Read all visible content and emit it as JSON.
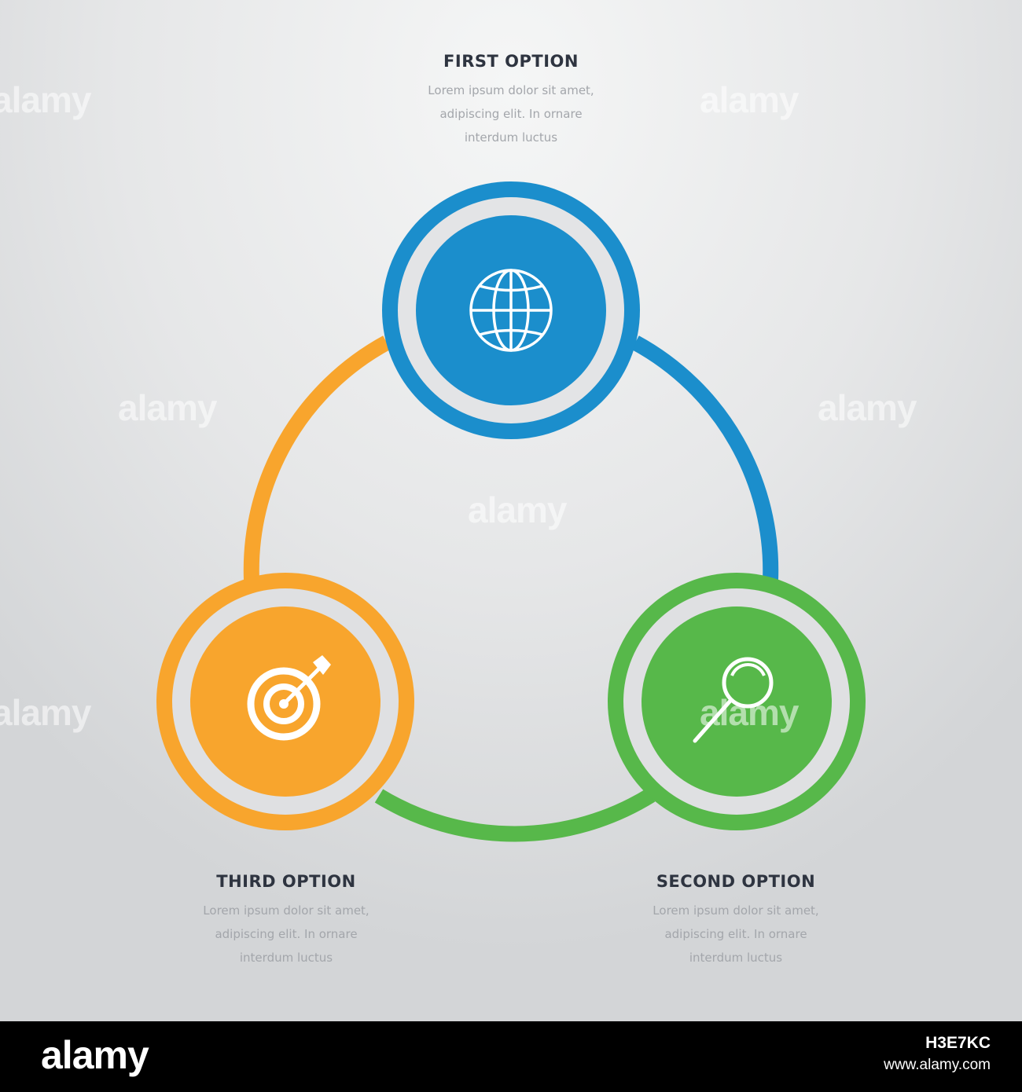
{
  "options": [
    {
      "title": "FIRST OPTION",
      "lines": [
        "Lorem ipsum dolor sit amet,",
        "adipiscing elit. In ornare",
        "interdum luctus"
      ],
      "color": "#1b8ecc",
      "icon": "globe-icon"
    },
    {
      "title": "SECOND OPTION",
      "lines": [
        "Lorem ipsum dolor sit amet,",
        "adipiscing elit. In ornare",
        "interdum luctus"
      ],
      "color": "#57b84a",
      "icon": "magnifier-icon"
    },
    {
      "title": "THIRD OPTION",
      "lines": [
        "Lorem ipsum dolor sit amet,",
        "adipiscing elit. In ornare",
        "interdum luctus"
      ],
      "color": "#f8a52d",
      "icon": "target-icon"
    }
  ],
  "watermark": "alamy",
  "footer": {
    "logo": "alamy",
    "image_id": "H3E7KC",
    "site": "www.alamy.com"
  }
}
